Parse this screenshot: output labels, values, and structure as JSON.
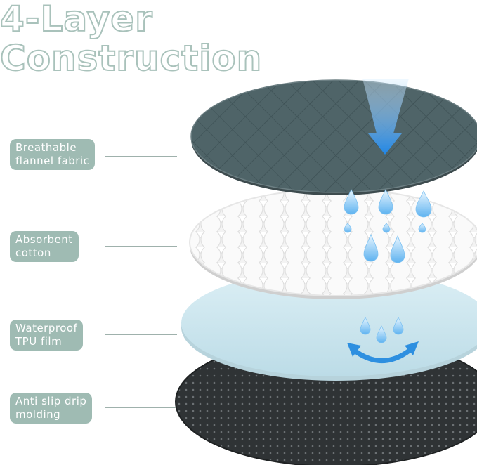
{
  "title": {
    "line1": "4-Layer",
    "line2": "Construction"
  },
  "layers": [
    {
      "line1": "Breathable",
      "line2": "flannel fabric",
      "icon": "water-drops-icon"
    },
    {
      "line1": "Absorbent",
      "line2": "cotton",
      "icon": "water-drops-icon"
    },
    {
      "line1": "Waterproof",
      "line2": "TPU film",
      "icon": "curved-arrow-icon"
    },
    {
      "line1": "Anti slip drip",
      "line2": "molding",
      "icon": "dotted-texture"
    }
  ],
  "colors": {
    "label_bg": "#9fbbb3",
    "title_outline": "#a9c2bb",
    "flannel": "#4f6468",
    "cotton": "#ffffff",
    "tpu": "#cfe6ee",
    "base": "#2f3335",
    "accent_blue": "#2d8fe0"
  }
}
